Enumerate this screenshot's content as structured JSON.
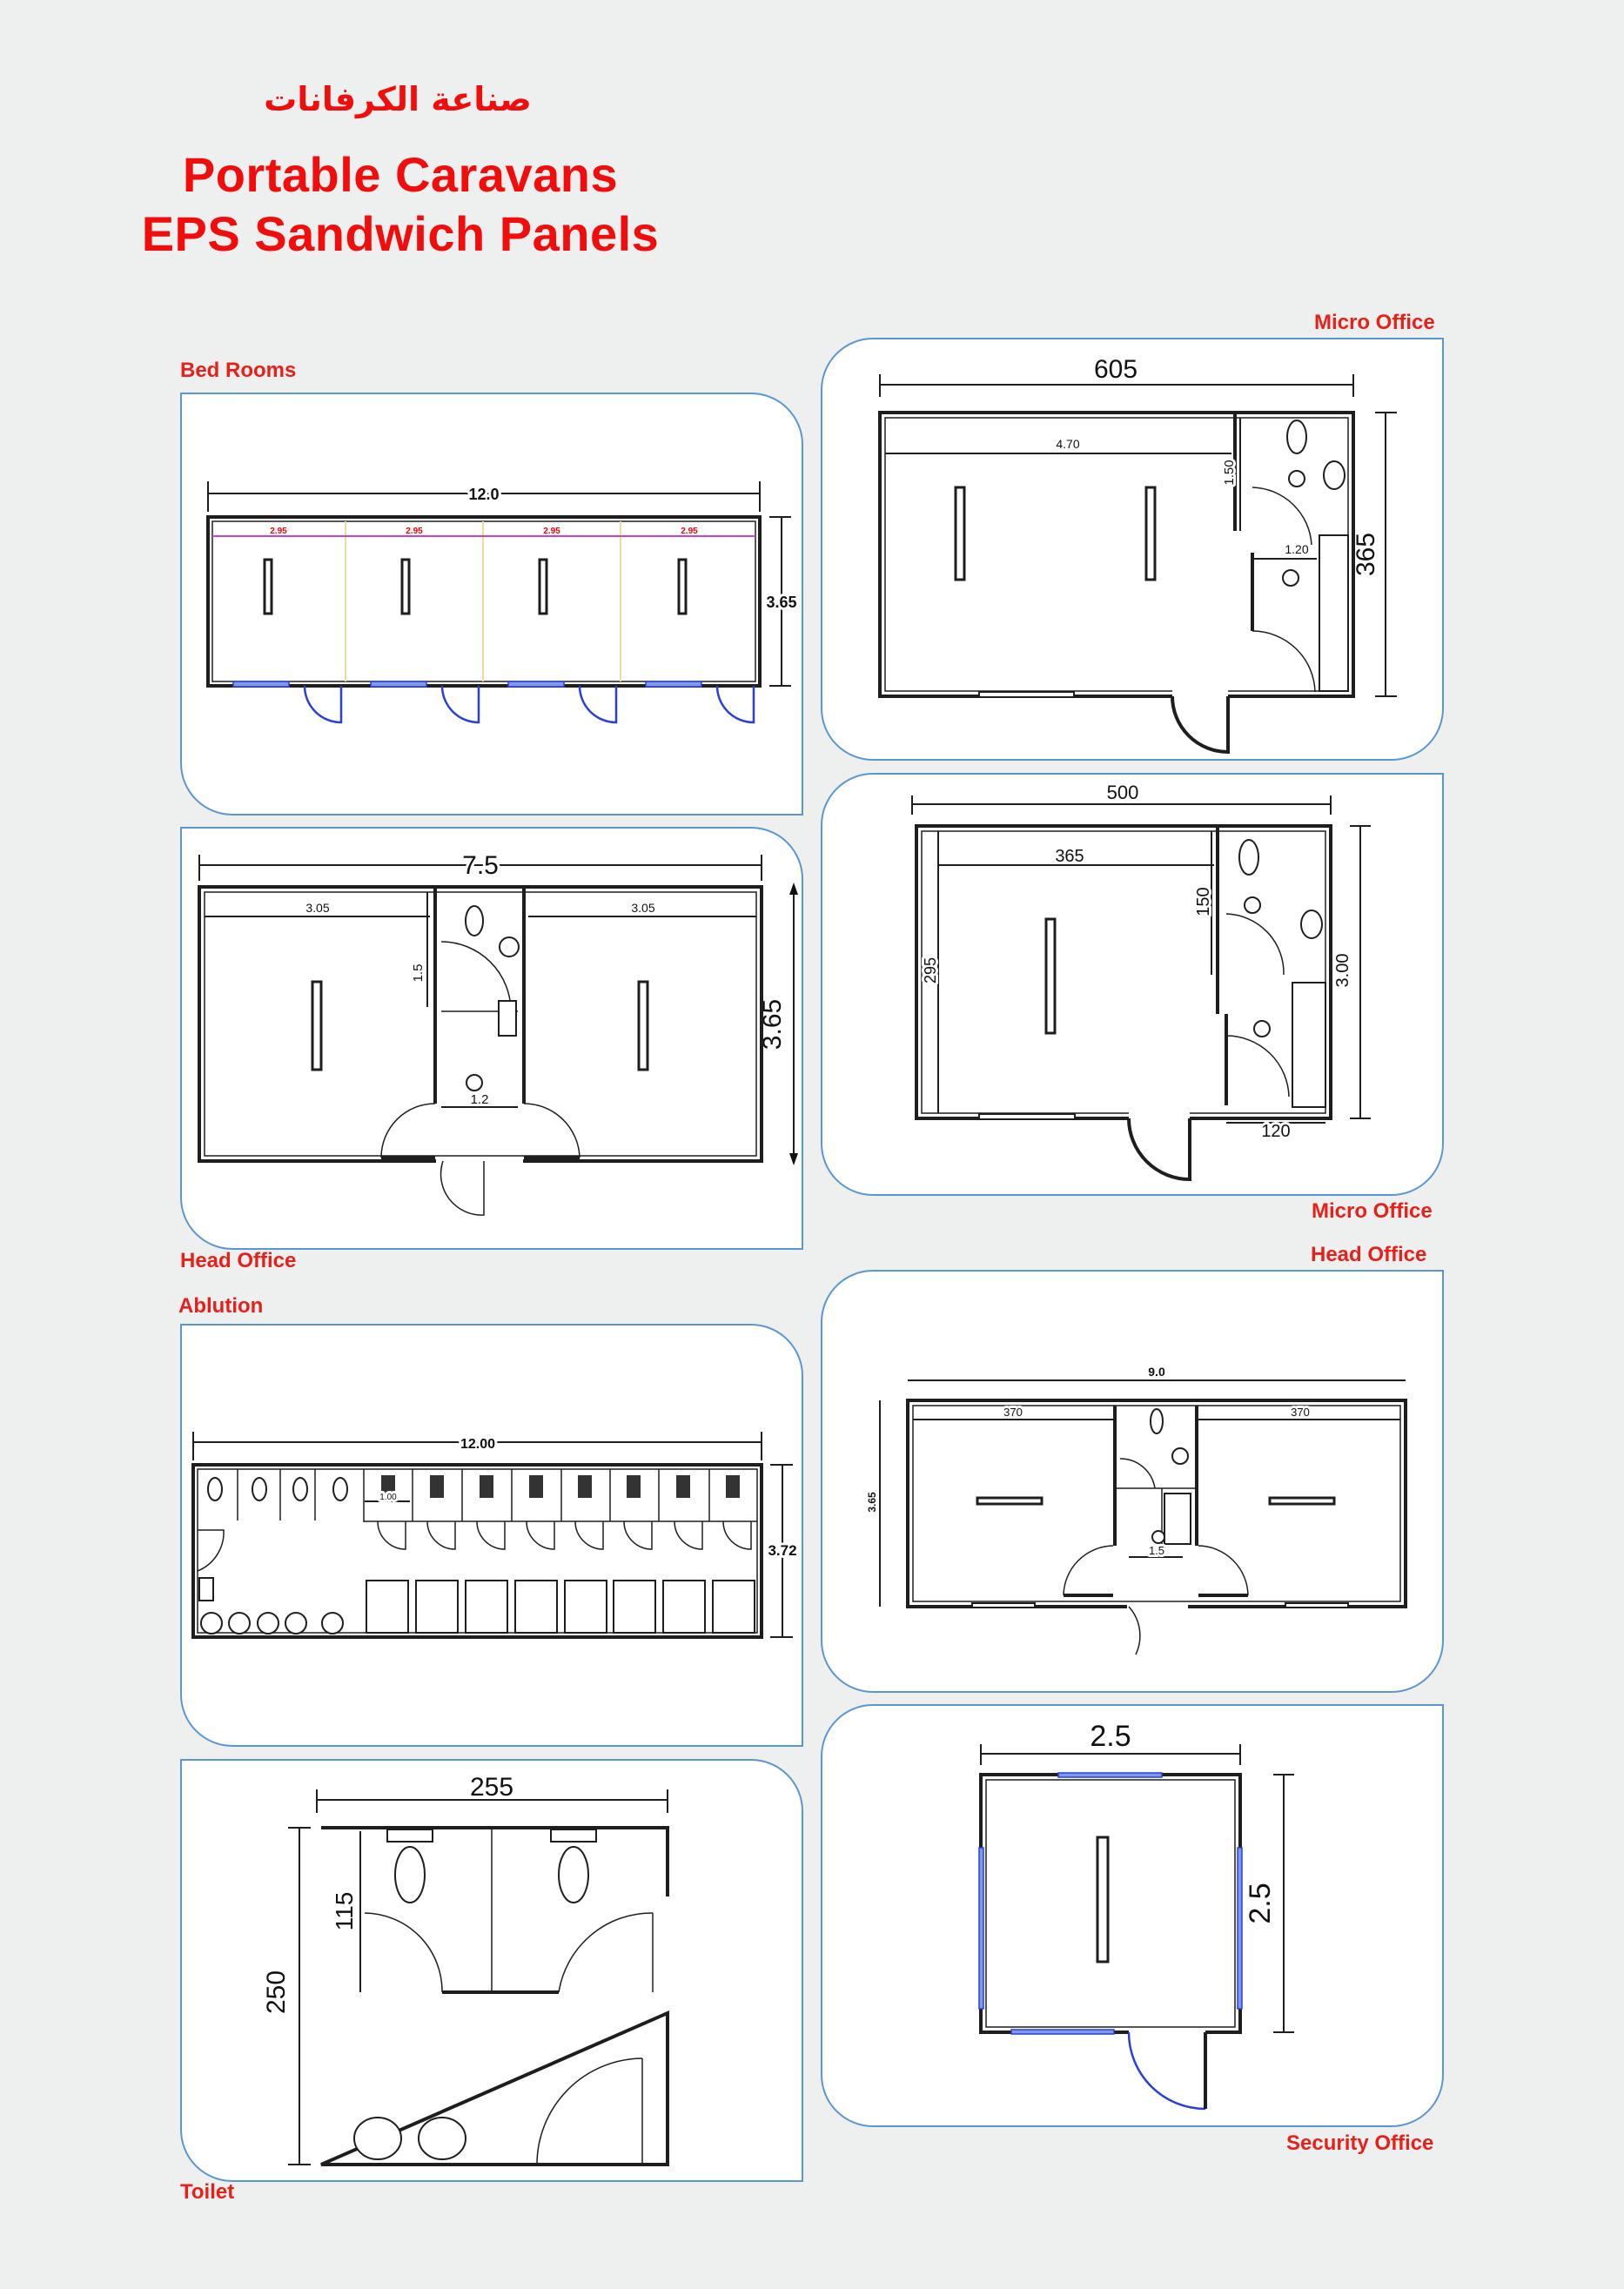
{
  "header": {
    "arabic_title": "صناعة الكرفانات",
    "title_line1": "Portable Caravans",
    "title_line2": "EPS Sandwich Panels"
  },
  "plans": {
    "bed_rooms": {
      "label": "Bed Rooms",
      "length": "12.0",
      "width": "3.65",
      "room_width": "2.95"
    },
    "head_office_left": {
      "label": "Head Office",
      "length": "7.5",
      "width": "3.65",
      "room_width": "3.05",
      "bath_depth": "1.5",
      "corridor": "1.2"
    },
    "ablution": {
      "label": "Ablution",
      "length": "12.00",
      "width": "3.72",
      "stall_width": "1.00"
    },
    "toilet": {
      "label": "Toilet",
      "length": "255",
      "width": "250",
      "stall_depth": "115"
    },
    "micro_office_top": {
      "label": "Micro Office",
      "length": "605",
      "width": "365",
      "room_length": "4.70",
      "bath_depth": "1.50",
      "bath_width": "1.20"
    },
    "micro_office_bottom": {
      "label": "Micro Office",
      "length": "500",
      "width": "3.00",
      "room_length": "365",
      "room_width": "295",
      "bath_depth": "150",
      "bath_width": "120"
    },
    "head_office_right": {
      "label": "Head Office",
      "length": "9.0",
      "width": "3.65",
      "room_width": "370",
      "corridor": "1.5"
    },
    "security_office": {
      "label": "Security  Office",
      "length": "2.5",
      "width": "2.5"
    }
  },
  "colors": {
    "title_red": "#f20d0d",
    "panel_border": "#5a97d2",
    "window_blue": "#2a3fd8",
    "background": "#edf0ee"
  }
}
